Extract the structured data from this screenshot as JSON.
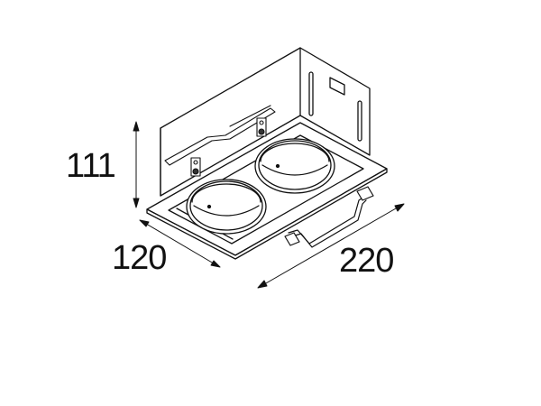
{
  "drawing": {
    "subject": "recessed double downlight housing",
    "colors": {
      "line": "#111111",
      "background": "#ffffff"
    }
  },
  "dimensions": {
    "height": {
      "value": "111",
      "unit_shown": ""
    },
    "depth": {
      "value": "120",
      "unit_shown": ""
    },
    "width": {
      "value": "220",
      "unit_shown": ""
    }
  }
}
